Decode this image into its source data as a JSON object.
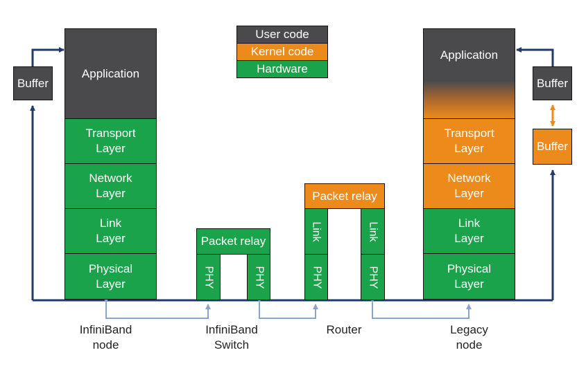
{
  "legend": {
    "user_code": "User code",
    "kernel_code": "Kernel code",
    "hardware": "Hardware"
  },
  "infiniband_node": {
    "application": "Application",
    "transport": "Transport\nLayer",
    "network": "Network\nLayer",
    "link": "Link\nLayer",
    "physical": "Physical\nLayer",
    "buffer": "Buffer",
    "caption": "InfiniBand\nnode"
  },
  "switch": {
    "packet_relay": "Packet relay",
    "phy_left": "PHY",
    "phy_right": "PHY",
    "caption": "InfiniBand\nSwitch"
  },
  "router": {
    "packet_relay": "Packet relay",
    "link_left": "Link",
    "link_right": "Link",
    "phy_left": "PHY",
    "phy_right": "PHY",
    "caption": "Router"
  },
  "legacy_node": {
    "application": "Application",
    "transport": "Transport\nLayer",
    "network": "Network\nLayer",
    "link": "Link\nLayer",
    "physical": "Physical\nLayer",
    "buffer_user": "Buffer",
    "buffer_kernel": "Buffer",
    "caption": "Legacy\nnode"
  },
  "colors": {
    "user": "#4a4a4d",
    "kernel": "#ec8a1b",
    "hardware": "#1aa34a",
    "data_path": "#1f3a6b",
    "physical_link": "#8aa5cc"
  }
}
